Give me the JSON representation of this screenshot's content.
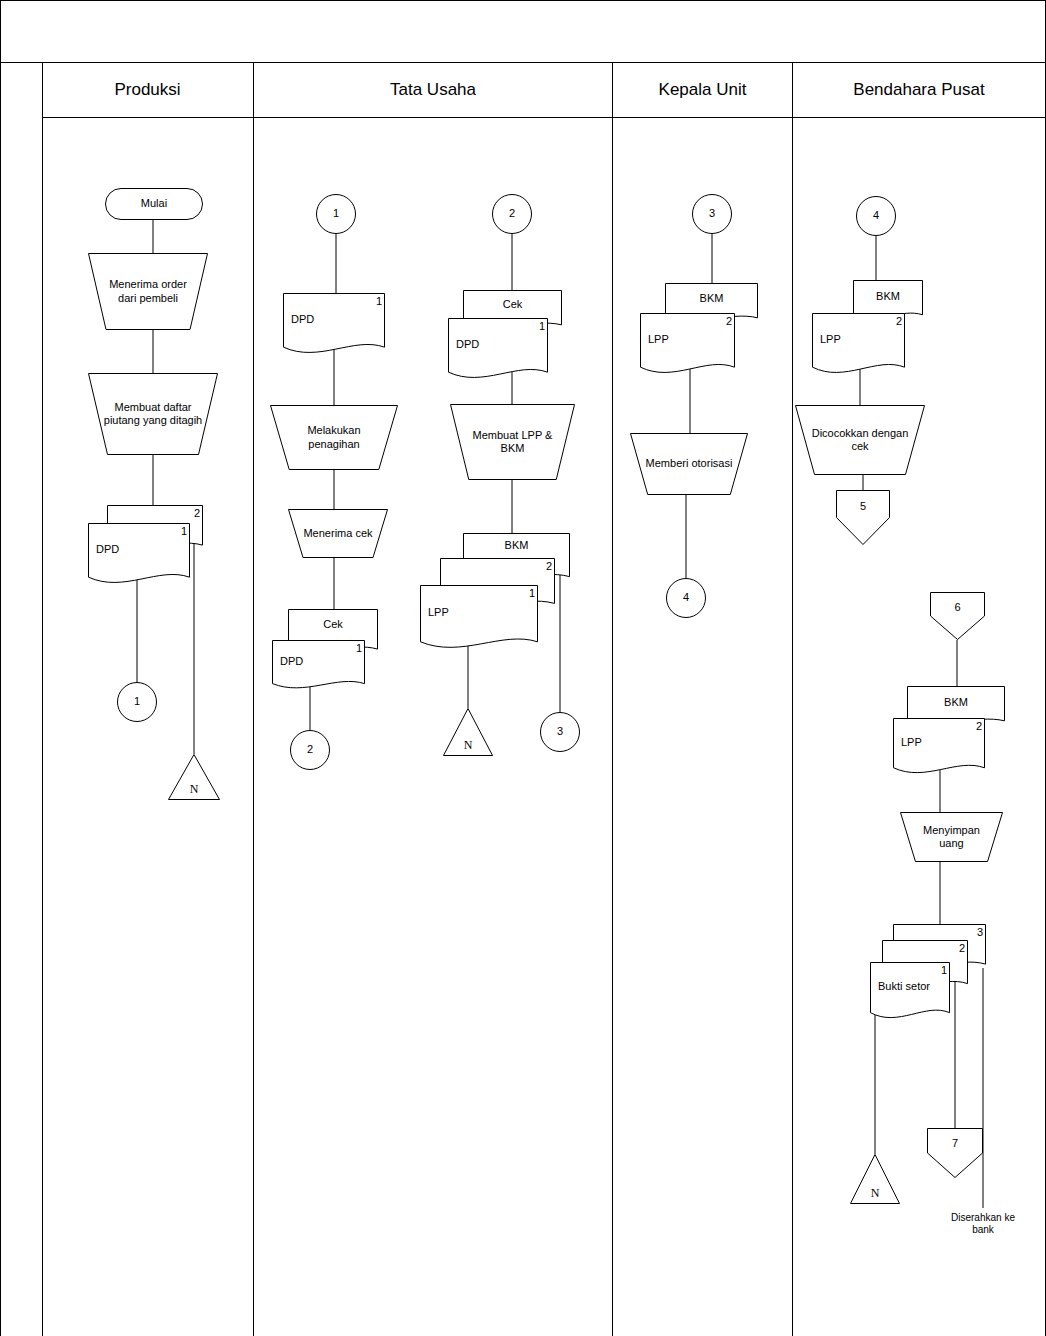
{
  "diagram": {
    "nodes": [
      {
        "text": [
          "Produksi"
        ]
      },
      {
        "text": [
          "Mulai"
        ],
        "in": 0
      },
      {
        "text": [
          "Menerima order dari pembeli"
        ],
        "in": 0
      },
      {
        "text": [
          "Membuat daftar piutang yang ditagih"
        ],
        "in": 0
      },
      {
        "text": [
          "2",
          "DPD",
          "1"
        ],
        "in": 0
      },
      {
        "text": [
          "1"
        ],
        "in": 0
      },
      {
        "text": [
          "N"
        ],
        "in": 0
      },
      {
        "text": [
          "Tata Usaha"
        ]
      },
      {
        "text": [
          "1"
        ],
        "in": 7
      },
      {
        "text": [
          "DPD",
          "1"
        ],
        "in": 7
      },
      {
        "text": [
          "Melakukan penagihan"
        ],
        "in": 7
      },
      {
        "text": [
          "Menerima cek"
        ],
        "in": 7
      },
      {
        "text": [
          "Cek",
          "DPD",
          "1"
        ],
        "in": 7
      },
      {
        "text": [
          "2"
        ],
        "in": 7
      },
      {
        "text": [
          "2"
        ],
        "in": 7
      },
      {
        "text": [
          "Cek",
          "DPD",
          "1"
        ],
        "in": 7
      },
      {
        "text": [
          "Membuat LPP & BKM"
        ],
        "in": 7
      },
      {
        "text": [
          "BKM",
          "2",
          "LPP",
          "1"
        ],
        "in": 7
      },
      {
        "text": [
          "N"
        ],
        "in": 7
      },
      {
        "text": [
          "3"
        ],
        "in": 7
      },
      {
        "text": [
          "Kepala Unit"
        ]
      },
      {
        "text": [
          "3"
        ],
        "in": 20
      },
      {
        "text": [
          "BKM",
          "LPP",
          "2"
        ],
        "in": 20
      },
      {
        "text": [
          "Memberi otorisasi"
        ],
        "in": 20
      },
      {
        "text": [
          "4"
        ],
        "in": 20
      },
      {
        "text": [
          "Bendahara Pusat"
        ]
      },
      {
        "text": [
          "4"
        ],
        "in": 25
      },
      {
        "text": [
          "BKM",
          "LPP",
          "2"
        ],
        "in": 25
      },
      {
        "text": [
          "Dicocokkan dengan cek"
        ],
        "in": 25
      },
      {
        "text": [
          "5"
        ],
        "in": 25
      },
      {
        "text": [
          "6"
        ],
        "in": 25
      },
      {
        "text": [
          "BKM",
          "LPP",
          "2"
        ],
        "in": 25
      },
      {
        "text": [
          "Menyimpan uang"
        ],
        "in": 25
      },
      {
        "text": [
          "3",
          "2",
          "Bukti setor",
          "1"
        ],
        "in": 25
      },
      {
        "text": [
          "N"
        ],
        "in": 25
      },
      {
        "text": [
          "7"
        ],
        "in": 25
      }
    ],
    "edges": [
      {
        "from": 1,
        "to": 2,
        "arrow": "none"
      },
      {
        "from": 2,
        "to": 3,
        "arrow": "none"
      },
      {
        "from": 3,
        "to": 4,
        "arrow": "none"
      },
      {
        "from": 4,
        "to": 5,
        "arrow": "none"
      },
      {
        "from": 4,
        "to": 6,
        "arrow": "none"
      },
      {
        "from": 8,
        "to": 9,
        "arrow": "none"
      },
      {
        "from": 9,
        "to": 10,
        "arrow": "none"
      },
      {
        "from": 10,
        "to": 11,
        "arrow": "none"
      },
      {
        "from": 11,
        "to": 12,
        "arrow": "none"
      },
      {
        "from": 12,
        "to": 13,
        "arrow": "none"
      },
      {
        "from": 14,
        "to": 15,
        "arrow": "none"
      },
      {
        "from": 15,
        "to": 16,
        "arrow": "none"
      },
      {
        "from": 16,
        "to": 17,
        "arrow": "none"
      },
      {
        "from": 17,
        "to": 18,
        "arrow": "none"
      },
      {
        "from": 17,
        "to": 19,
        "arrow": "none"
      },
      {
        "from": 21,
        "to": 22,
        "arrow": "none"
      },
      {
        "from": 22,
        "to": 23,
        "arrow": "none"
      },
      {
        "from": 23,
        "to": 24,
        "arrow": "none"
      },
      {
        "from": 26,
        "to": 27,
        "arrow": "none"
      },
      {
        "from": 27,
        "to": 28,
        "arrow": "none"
      },
      {
        "from": 28,
        "to": 29,
        "arrow": "none"
      },
      {
        "from": 30,
        "to": 31,
        "arrow": "none"
      },
      {
        "from": 31,
        "to": 32,
        "arrow": "none"
      },
      {
        "from": 32,
        "to": 33,
        "arrow": "none"
      },
      {
        "from": 33,
        "to": 34,
        "arrow": "none"
      },
      {
        "from": 33,
        "to": 35,
        "arrow": "none"
      }
    ],
    "labels": [
      "Diserahkan ke bank"
    ]
  }
}
